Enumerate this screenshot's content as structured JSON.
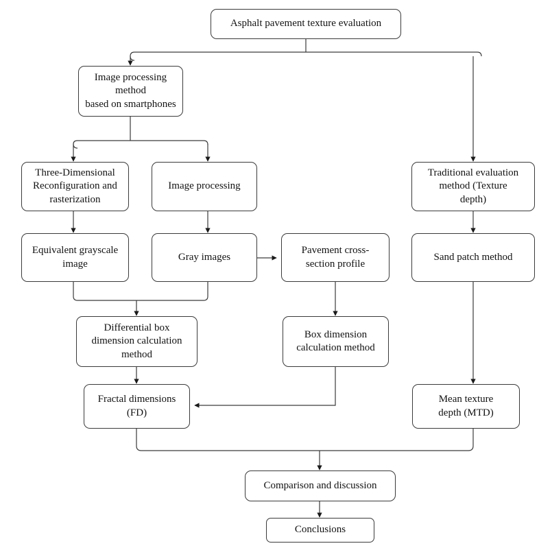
{
  "diagram": {
    "title": "Asphalt pavement texture evaluation flowchart",
    "stroke_color": "#3a3a3a",
    "text_color": "#121212",
    "background_color": "#ffffff"
  },
  "nodes": {
    "root": {
      "label": "Asphalt pavement texture evaluation"
    },
    "image_processing_method": {
      "label": "Image processing\nmethod\nbased on smartphones"
    },
    "traditional_evaluation": {
      "label": "Traditional evaluation\nmethod (Texture\ndepth)"
    },
    "three_dimensional": {
      "label": "Three-Dimensional\nReconfiguration and\nrasterization"
    },
    "image_processing": {
      "label": "Image processing"
    },
    "equivalent_grayscale": {
      "label": "Equivalent grayscale\nimage"
    },
    "gray_images": {
      "label": "Gray images"
    },
    "pavement_cross_section": {
      "label": "Pavement cross-\nsection profile"
    },
    "sand_patch": {
      "label": "Sand patch method"
    },
    "differential_box": {
      "label": "Differential box\ndimension calculation\nmethod"
    },
    "box_dimension": {
      "label": "Box dimension\ncalculation method"
    },
    "fractal_dimensions": {
      "label": "Fractal dimensions\n(FD)"
    },
    "mean_texture_depth": {
      "label": "Mean texture\ndepth (MTD)"
    },
    "comparison": {
      "label": "Comparison and discussion"
    },
    "conclusions": {
      "label": "Conclusions"
    }
  },
  "edges": [
    {
      "from": "root",
      "to": "image_processing_method"
    },
    {
      "from": "root",
      "to": "traditional_evaluation"
    },
    {
      "from": "image_processing_method",
      "to": "three_dimensional"
    },
    {
      "from": "image_processing_method",
      "to": "image_processing"
    },
    {
      "from": "three_dimensional",
      "to": "equivalent_grayscale"
    },
    {
      "from": "image_processing",
      "to": "gray_images"
    },
    {
      "from": "gray_images",
      "to": "pavement_cross_section"
    },
    {
      "from": "traditional_evaluation",
      "to": "sand_patch"
    },
    {
      "from": "equivalent_grayscale",
      "to": "differential_box"
    },
    {
      "from": "gray_images",
      "to": "differential_box"
    },
    {
      "from": "pavement_cross_section",
      "to": "box_dimension"
    },
    {
      "from": "differential_box",
      "to": "fractal_dimensions"
    },
    {
      "from": "box_dimension",
      "to": "fractal_dimensions"
    },
    {
      "from": "sand_patch",
      "to": "mean_texture_depth"
    },
    {
      "from": "fractal_dimensions",
      "to": "comparison"
    },
    {
      "from": "mean_texture_depth",
      "to": "comparison"
    },
    {
      "from": "comparison",
      "to": "conclusions"
    }
  ]
}
